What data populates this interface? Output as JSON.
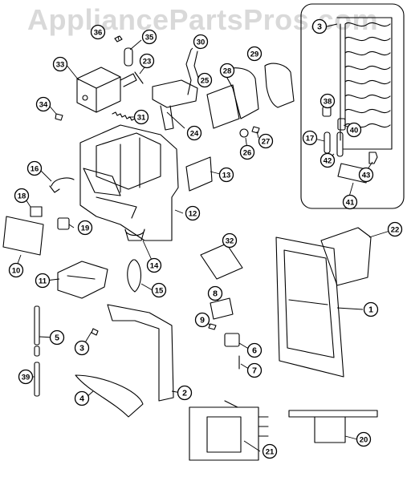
{
  "watermark": "AppliancePartsPros.com",
  "callouts": [
    {
      "id": "c1",
      "label": "1"
    },
    {
      "id": "c2",
      "label": "2"
    },
    {
      "id": "c3",
      "label": "3"
    },
    {
      "id": "c3b",
      "label": "3"
    },
    {
      "id": "c4",
      "label": "4"
    },
    {
      "id": "c5",
      "label": "5"
    },
    {
      "id": "c6",
      "label": "6"
    },
    {
      "id": "c7",
      "label": "7"
    },
    {
      "id": "c8",
      "label": "8"
    },
    {
      "id": "c9",
      "label": "9"
    },
    {
      "id": "c10",
      "label": "10"
    },
    {
      "id": "c11",
      "label": "11"
    },
    {
      "id": "c12",
      "label": "12"
    },
    {
      "id": "c13",
      "label": "13"
    },
    {
      "id": "c14",
      "label": "14"
    },
    {
      "id": "c15",
      "label": "15"
    },
    {
      "id": "c16",
      "label": "16"
    },
    {
      "id": "c17",
      "label": "17"
    },
    {
      "id": "c18",
      "label": "18"
    },
    {
      "id": "c19",
      "label": "19"
    },
    {
      "id": "c20",
      "label": "20"
    },
    {
      "id": "c21",
      "label": "21"
    },
    {
      "id": "c22",
      "label": "22"
    },
    {
      "id": "c23",
      "label": "23"
    },
    {
      "id": "c24",
      "label": "24"
    },
    {
      "id": "c25",
      "label": "25"
    },
    {
      "id": "c26",
      "label": "26"
    },
    {
      "id": "c27",
      "label": "27"
    },
    {
      "id": "c28",
      "label": "28"
    },
    {
      "id": "c29",
      "label": "29"
    },
    {
      "id": "c30",
      "label": "30"
    },
    {
      "id": "c31",
      "label": "31"
    },
    {
      "id": "c32",
      "label": "32"
    },
    {
      "id": "c33",
      "label": "33"
    },
    {
      "id": "c34",
      "label": "34"
    },
    {
      "id": "c35",
      "label": "35"
    },
    {
      "id": "c36",
      "label": "36"
    },
    {
      "id": "c38",
      "label": "38"
    },
    {
      "id": "c39",
      "label": "39"
    },
    {
      "id": "c40",
      "label": "40"
    },
    {
      "id": "c41",
      "label": "41"
    },
    {
      "id": "c42",
      "label": "42"
    },
    {
      "id": "c43",
      "label": "43"
    }
  ],
  "colors": {
    "ink": "#000000",
    "watermark": "#d9d9d9",
    "paper": "#ffffff"
  }
}
